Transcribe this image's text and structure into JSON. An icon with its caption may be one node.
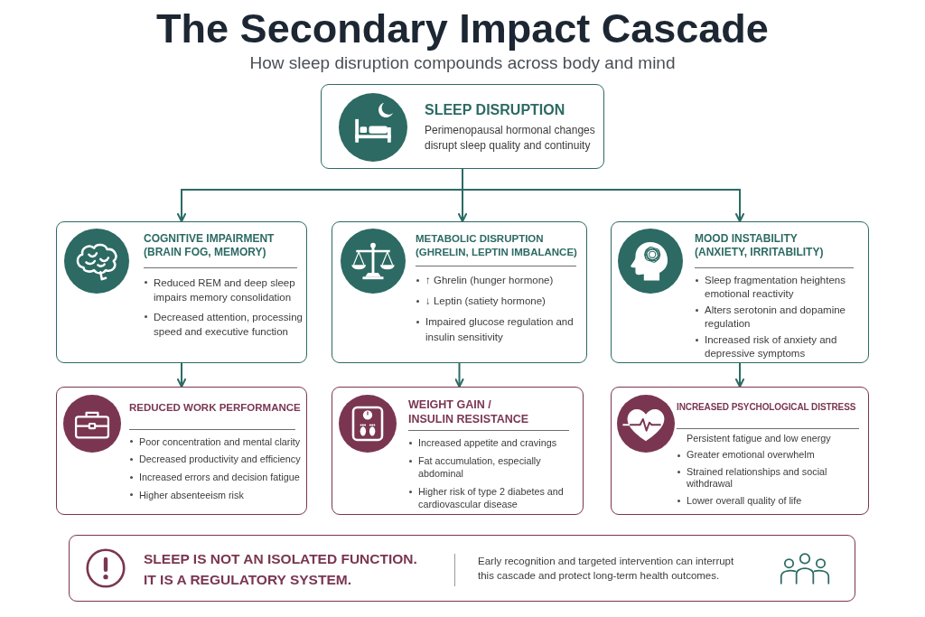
{
  "diagram": {
    "title": "The Secondary Impact Cascade",
    "nodes": [
      {
        "text": [
          "SLEEP DISRUPTION",
          "Perimenopausal hormonal changes disrupt sleep quality and continuity"
        ]
      },
      {
        "text": [
          "COGNITIVE IMPAIRMENT (BRAIN FOG, MEMORY)",
          "Reduced REM and deep sleep impairs memory consolidation",
          "Decreased attention, processing speed and executive function"
        ]
      },
      {
        "text": [
          "METABOLIC DISRUPTION (GHRELIN, LEPTIN IMBALANCE)",
          "↑ Ghrelin (hunger hormone)",
          "↓ Leptin (satiety hormone)",
          "Impaired glucose regulation and insulin sensitivity"
        ]
      },
      {
        "text": [
          "MOOD INSTABILITY (ANXIETY, IRRITABILITY)",
          "Sleep fragmentation heightens emotional reactivity",
          "Alters serotonin and dopamine regulation",
          "Increased risk of anxiety and depressive symptoms"
        ]
      },
      {
        "text": [
          "REDUCED WORK PERFORMANCE",
          "Poor concentration and mental clarity",
          "Decreased productivity and efficiency",
          "Increased errors and decision fatigue",
          "Higher absenteeism risk"
        ]
      },
      {
        "text": [
          "WEIGHT GAIN / INSULIN RESISTANCE",
          "Increased appetite and cravings",
          "Fat accumulation, especially abdominal",
          "Higher risk of type 2 diabetes and cardiovascular disease"
        ]
      },
      {
        "text": [
          "INCREASED PSYCHOLOGICAL DISTRESS",
          "Persistent fatigue and low energy",
          "Greater emotional overwhelm",
          "Strained relationships and social withdrawal",
          "Lower overall quality of life"
        ]
      },
      {
        "text": [
          "SLEEP IS NOT AN ISOLATED FUNCTION. IT IS A REGULATORY SYSTEM.",
          "Early recognition and targeted intervention can interrupt this cascade and protect long-term health outcomes."
        ]
      }
    ],
    "edges": [
      {
        "from": 0,
        "to": 1,
        "arrow": "to"
      },
      {
        "from": 0,
        "to": 2,
        "arrow": "to"
      },
      {
        "from": 0,
        "to": 3,
        "arrow": "to"
      },
      {
        "from": 1,
        "to": 4,
        "arrow": "to"
      },
      {
        "from": 2,
        "to": 5,
        "arrow": "to"
      },
      {
        "from": 3,
        "to": 6,
        "arrow": "to"
      }
    ],
    "labels": [
      "How sleep disruption compounds across body and mind"
    ]
  }
}
